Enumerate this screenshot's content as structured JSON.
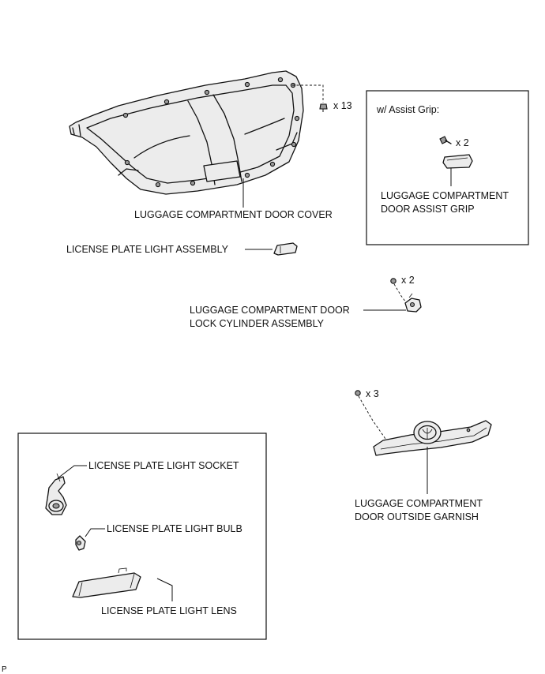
{
  "labels": {
    "door_cover": "LUGGAGE COMPARTMENT DOOR COVER",
    "door_cover_qty": "x 13",
    "assist_grip_heading": "w/ Assist Grip:",
    "assist_grip_qty": "x 2",
    "assist_grip_line1": "LUGGAGE COMPARTMENT",
    "assist_grip_line2": "DOOR ASSIST GRIP",
    "license_light_assembly": "LICENSE PLATE LIGHT ASSEMBLY",
    "lock_cylinder_qty": "x 2",
    "lock_cylinder_line1": "LUGGAGE COMPARTMENT DOOR",
    "lock_cylinder_line2": "LOCK CYLINDER ASSEMBLY",
    "garnish_qty": "x 3",
    "garnish_line1": "LUGGAGE COMPARTMENT",
    "garnish_line2": "DOOR OUTSIDE GARNISH",
    "light_socket": "LICENSE PLATE LIGHT SOCKET",
    "light_bulb": "LICENSE PLATE LIGHT BULB",
    "light_lens": "LICENSE PLATE LIGHT LENS",
    "corner_mark": "P"
  }
}
